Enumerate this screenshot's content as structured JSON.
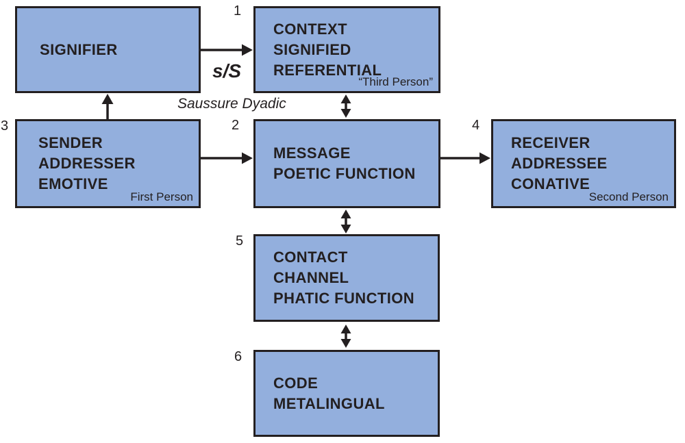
{
  "diagram": {
    "colors": {
      "box_fill": "#93AFDD",
      "ink": "#231F20"
    },
    "boxes": [
      {
        "id": "signifier",
        "number": "",
        "lines": [
          "SIGNIFIER"
        ],
        "note": ""
      },
      {
        "id": "context",
        "number": "1",
        "lines": [
          "CONTEXT",
          "SIGNIFIED",
          "REFERENTIAL"
        ],
        "note": "“Third Person”"
      },
      {
        "id": "message",
        "number": "2",
        "lines": [
          "MESSAGE",
          "POETIC FUNCTION"
        ],
        "note": ""
      },
      {
        "id": "sender",
        "number": "3",
        "lines": [
          "SENDER",
          "ADDRESSER",
          "EMOTIVE"
        ],
        "note": "First Person"
      },
      {
        "id": "receiver",
        "number": "4",
        "lines": [
          "RECEIVER",
          "ADDRESSEE",
          "CONATIVE"
        ],
        "note": "Second Person"
      },
      {
        "id": "contact",
        "number": "5",
        "lines": [
          "CONTACT",
          "CHANNEL",
          "PHATIC FUNCTION"
        ],
        "note": ""
      },
      {
        "id": "code",
        "number": "6",
        "lines": [
          "CODE",
          "METALINGUAL"
        ],
        "note": ""
      }
    ],
    "labels": {
      "saussure_ratio": "s/S",
      "saussure_caption": "Saussure Dyadic"
    }
  }
}
